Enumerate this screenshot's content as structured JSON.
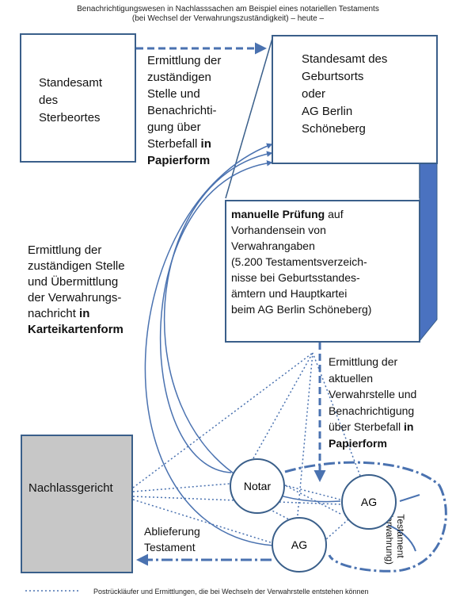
{
  "title": {
    "line1": "Benachrichtigungswesen in Nachlasssachen am Beispiel eines notariellen Testaments",
    "line2": "(bei Wechsel der Verwahrungszuständigkeit) – heute –"
  },
  "boxes": {
    "standesamt_sterbeort": "Standesamt\ndes\nSterbeortes",
    "standesamt_geburtsort": "Standesamt des\nGeburtsorts\noder\nAG Berlin\nSchöneberg",
    "pruefung_bold": "manuelle Prüfung",
    "pruefung_rest": " auf\nVorhandensein von\nVerwahrangaben\n(5.200 Testamentsverzeich-\nnisse bei Geburtsstandes-\nämtern und Hauptkartei\nbeim AG Berlin Schöneberg)",
    "nachlassgericht": "Nachlassgericht"
  },
  "labels": {
    "top_mid": "Ermittlung der\nzuständigen\nStelle und\nBenachrichti-\ngung über\nSterbefall",
    "top_mid_bold": "in\nPapierform",
    "left_mid": "Ermittlung der\nzuständigen Stelle\nund Übermittlung\nder Verwahrungs-\nnachricht",
    "left_mid_bold": "in\nKarteikartenform",
    "right_mid": "Ermittlung der\naktuellen\nVerwahrstelle und\nBenachrichtigung\nüber Sterbefall",
    "right_mid_bold": "in\nPapierform",
    "ablieferung": "Ablieferung\nTestament",
    "testament_side": "Testament\n(Verwahrung)"
  },
  "nodes": {
    "notar": "Notar",
    "ag1": "AG",
    "ag2": "AG"
  },
  "legend": {
    "text": "Postrückläufer und Ermittlungen, die bei Wechseln der Verwahrstelle entstehen können"
  },
  "colors": {
    "line": "#4a72b0",
    "box_border": "#3a5f8a",
    "nachlass_fill": "#c7c7c7",
    "box_side": "#4a72c0"
  }
}
